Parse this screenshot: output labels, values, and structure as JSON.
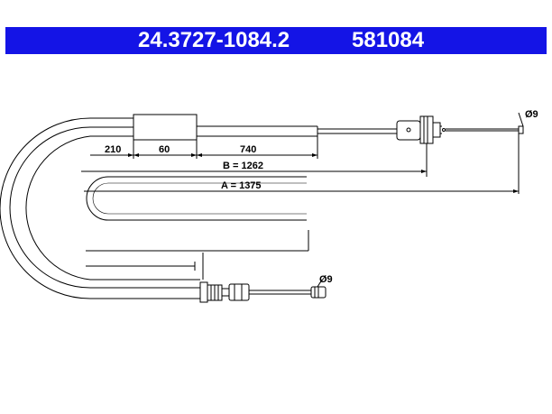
{
  "header": {
    "part_number": "24.3727-1084.2",
    "short_number": "581084",
    "background_color": "#1414e6",
    "text_color": "#ffffff"
  },
  "dimensions": {
    "d1": "210",
    "d2": "60",
    "d3": "740",
    "b_label": "B = 1262",
    "a_label": "A = 1375",
    "dia_top": "Ø9",
    "dia_bottom": "Ø9"
  }
}
